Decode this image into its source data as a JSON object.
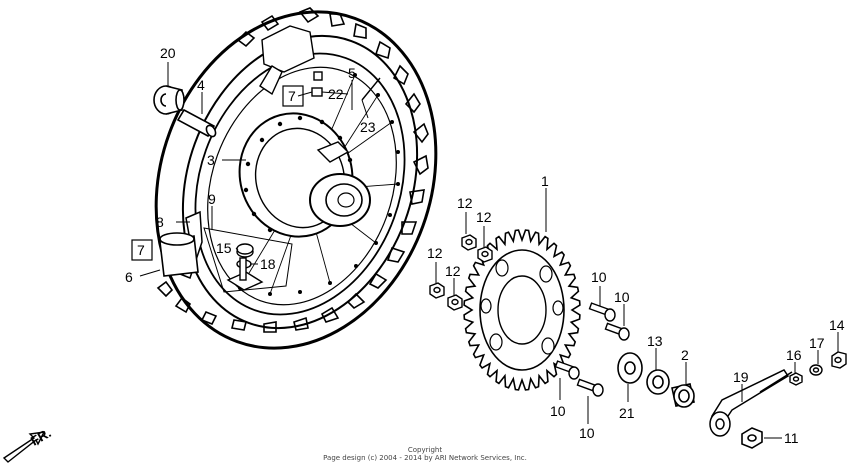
{
  "callouts": {
    "c1": "1",
    "c2": "2",
    "c3": "3",
    "c4": "4",
    "c5": "5",
    "c6": "6",
    "c7a": "7",
    "c7b": "7",
    "c8": "8",
    "c9": "9",
    "c10a": "10",
    "c10b": "10",
    "c10c": "10",
    "c10d": "10",
    "c11": "11",
    "c12a": "12",
    "c12b": "12",
    "c12c": "12",
    "c12d": "12",
    "c13": "13",
    "c14": "14",
    "c15": "15",
    "c16": "16",
    "c17": "17",
    "c18": "18",
    "c19": "19",
    "c20": "20",
    "c21": "21",
    "c22": "22",
    "c23": "23"
  },
  "direction": "FR.",
  "copyright": {
    "line1": "Copyright",
    "line2": "Page design (c) 2004 - 2014 by ARI Network Services, Inc."
  }
}
